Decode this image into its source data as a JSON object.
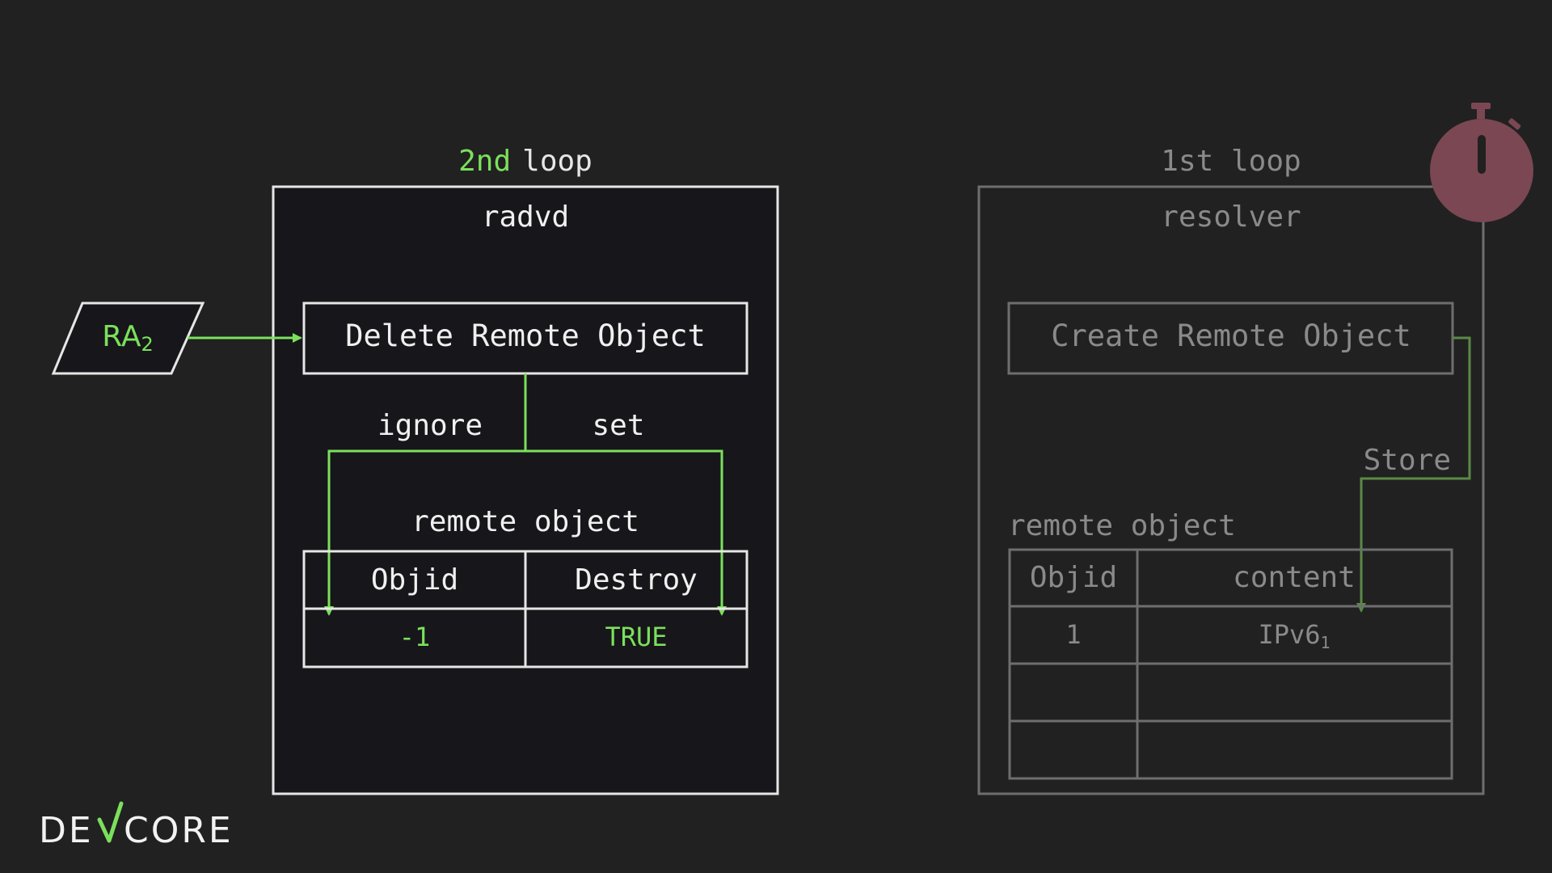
{
  "colors": {
    "background": "#212121",
    "panel": "#17161a",
    "active_line": "#e6e6e6",
    "accent_green": "#7be05c",
    "dim_line": "#6e6e6e",
    "dim_text": "#8a8a8a",
    "dim_green": "#5a8a45",
    "timer": "#7a4752"
  },
  "left_panel": {
    "loop_ordinal": "2nd",
    "loop_word": "loop",
    "title": "radvd",
    "action": "Delete Remote Object",
    "branch_left": "ignore",
    "branch_right": "set",
    "table_title": "remote object",
    "headers": [
      "Objid",
      "Destroy"
    ],
    "row": [
      "-1",
      "TRUE"
    ]
  },
  "input": {
    "label": "RA",
    "subscript": "2"
  },
  "right_panel": {
    "loop_label": "1st loop",
    "title": "resolver",
    "action": "Create Remote Object",
    "store_label": "Store",
    "table_title": "remote object",
    "headers": [
      "Objid",
      "content"
    ],
    "row_id": "1",
    "row_content": "IPv6",
    "row_content_sub": "1",
    "empty_rows": 2
  },
  "timer_icon": "stopwatch-icon",
  "logo": "DEVCORE"
}
